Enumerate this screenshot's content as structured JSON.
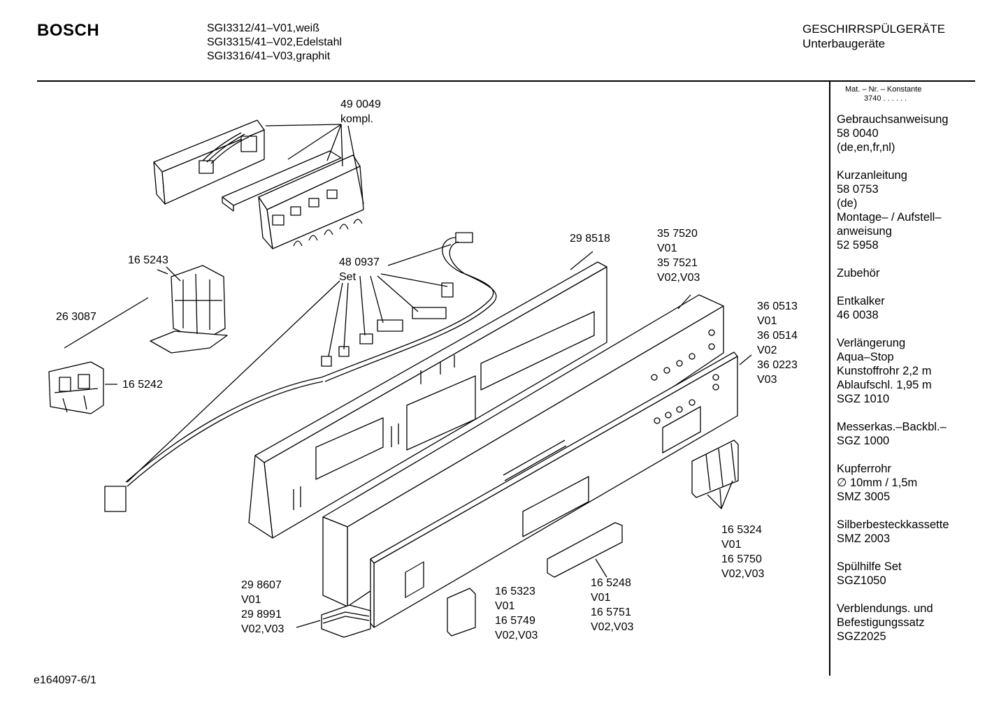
{
  "header": {
    "brand": "BOSCH",
    "models": [
      "SGI3312/41–V01,weiß",
      "SGI3315/41–V02,Edelstahl",
      "SGI3316/41–V03,graphit"
    ],
    "category": "GESCHIRRSPÜLGERÄTE",
    "subcategory": "Unterbaugeräte"
  },
  "sidebar": {
    "mat_label": "Mat. – Nr. – Konstante",
    "mat_number": "3740  .  .  .  .  .  .",
    "accessories": [
      [
        "Gebrauchsanweisung",
        "58 0040",
        "(de,en,fr,nl)"
      ],
      [
        "Kurzanleitung",
        "58 0753",
        "(de)",
        "Montage– / Aufstell–",
        "anweisung",
        "52 5958"
      ],
      [
        "Zubehör"
      ],
      [
        "Entkalker",
        "46 0038"
      ],
      [
        "Verlängerung",
        "Aqua–Stop",
        "Kunstoffrohr 2,2 m",
        "Ablaufschl. 1,95 m",
        "SGZ 1010"
      ],
      [
        "Messerkas.–Backbl.–",
        "SGZ 1000"
      ],
      [
        "Kupferrohr",
        "∅ 10mm / 1,5m",
        "SMZ 3005"
      ],
      [
        "Silberbesteckkassette",
        "SMZ 2003"
      ],
      [
        "Spülhilfe Set",
        "SGZ1050"
      ],
      [
        "Verblendungs. und",
        "Befestigungssatz",
        "SGZ2025"
      ]
    ]
  },
  "parts": [
    {
      "id": "p490049",
      "lines": [
        "49 0049",
        "kompl."
      ]
    },
    {
      "id": "p480937",
      "lines": [
        "48 0937",
        "Set"
      ]
    },
    {
      "id": "p298518",
      "lines": [
        "29 8518"
      ]
    },
    {
      "id": "p357520",
      "lines": [
        "35 7520",
        "V01",
        "35 7521",
        "V02,V03"
      ]
    },
    {
      "id": "p360513",
      "lines": [
        "36 0513",
        "V01",
        "36 0514",
        "V02",
        "36 0223",
        "V03"
      ]
    },
    {
      "id": "p165243",
      "lines": [
        "16 5243"
      ]
    },
    {
      "id": "p263087",
      "lines": [
        "26 3087"
      ]
    },
    {
      "id": "p165242",
      "lines": [
        "16 5242"
      ]
    },
    {
      "id": "p165324",
      "lines": [
        "16 5324",
        "V01",
        "16 5750",
        "V02,V03"
      ]
    },
    {
      "id": "p165248",
      "lines": [
        "16 5248",
        "V01",
        "16 5751",
        "V02,V03"
      ]
    },
    {
      "id": "p165323",
      "lines": [
        "16 5323",
        "V01",
        "16 5749",
        "V02,V03"
      ]
    },
    {
      "id": "p298607",
      "lines": [
        "29 8607",
        "V01",
        "29 8991",
        "V02,V03"
      ]
    }
  ],
  "footer": {
    "code": "e164097-6/1"
  }
}
